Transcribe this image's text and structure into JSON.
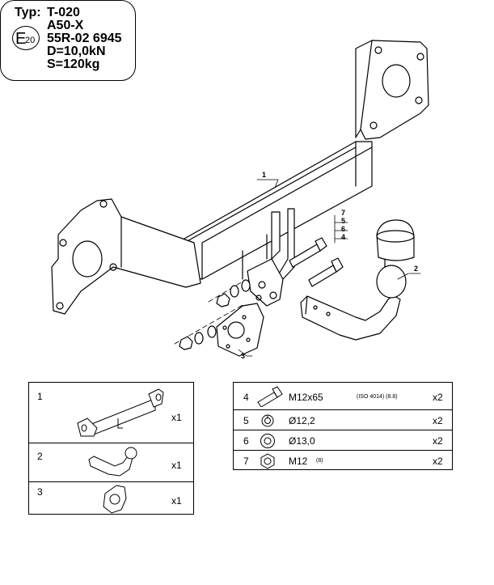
{
  "type_plate": {
    "typ_label": "Typ:",
    "typ_value": "T-020",
    "class": "A50-X",
    "approval": "55R-02 6945",
    "e_mark_letter": "E",
    "e_mark_number": "20",
    "d_value": "D=10,0kN",
    "s_value": "S=120kg"
  },
  "callouts": {
    "c1": "1",
    "c2": "2",
    "c3": "3",
    "c7": "7",
    "c5": "5",
    "c6": "6",
    "c4": "4"
  },
  "assemblies": [
    {
      "num": "1",
      "qty": "x1"
    },
    {
      "num": "2",
      "qty": "x1"
    },
    {
      "num": "3",
      "qty": "x1"
    }
  ],
  "hardware": [
    {
      "num": "4",
      "icon": "bolt-icon",
      "desc": "M12x65",
      "note": "(ISO 4014) (8.8)",
      "qty": "x2"
    },
    {
      "num": "5",
      "icon": "spring-washer-icon",
      "desc": "Ø12,2",
      "note": "",
      "qty": "x2"
    },
    {
      "num": "6",
      "icon": "flat-washer-icon",
      "desc": "Ø13,0",
      "note": "",
      "qty": "x2"
    },
    {
      "num": "7",
      "icon": "hex-nut-icon",
      "desc": "M12",
      "note": "(8)",
      "qty": "x2"
    }
  ]
}
